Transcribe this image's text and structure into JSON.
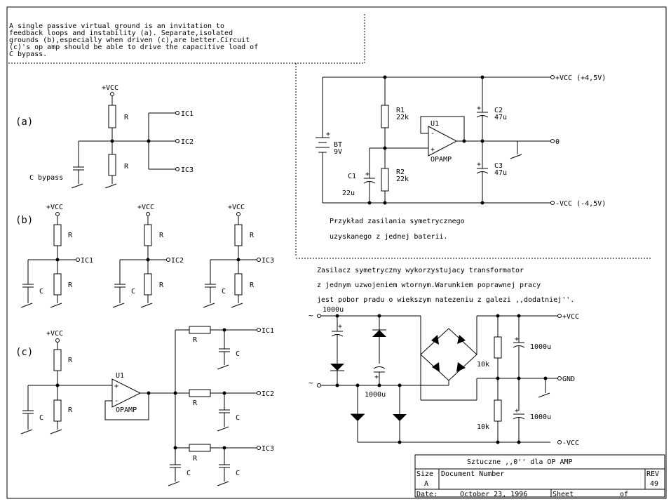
{
  "note": {
    "lines": [
      "A single passive virtual ground is an invitation to",
      "feedback loops and instability (a). Separate,isolated",
      "grounds (b),especially when driven (c),are better.Circuit",
      "(c)'s op amp should be able to drive the capacitive load of",
      "C bypass."
    ]
  },
  "section_a": {
    "label": "(a)",
    "vcc": "+VCC",
    "r_top": "R",
    "r_bot": "R",
    "cbypass": "C bypass",
    "ic1": "IC1",
    "ic2": "IC2",
    "ic3": "IC3"
  },
  "section_b": {
    "label": "(b)",
    "vcc": "+VCC",
    "r": "R",
    "c": "C",
    "ic1": "IC1",
    "ic2": "IC2",
    "ic3": "IC3"
  },
  "section_c": {
    "label": "(c)",
    "vcc": "+VCC",
    "r": "R",
    "c": "C",
    "u1": "U1",
    "opamp": "OPAMP",
    "ic1": "IC1",
    "ic2": "IC2",
    "ic3": "IC3"
  },
  "battery_circuit": {
    "vcc_pos": "+VCC (+4,5V)",
    "vcc_neg": "-VCC (-4,5V)",
    "zero": "0",
    "bt": "BT",
    "bt_val": "9V",
    "r1": "R1",
    "r1_val": "22k",
    "r2": "R2",
    "r2_val": "22k",
    "c1": "C1",
    "c1_val": "22u",
    "c2": "C2",
    "c2_val": "47u",
    "c3": "C3",
    "c3_val": "47u",
    "u1": "U1",
    "opamp": "OPAMP",
    "caption1": "Przykład zasilania symetrycznego",
    "caption2": "uzyskanego z jednej baterii."
  },
  "transformer_circuit": {
    "title1": "Zasilacz symetryczny wykorzystujacy transformator",
    "title2": "z jednym uzwojeniem wtornym.Warunkiem poprawnej pracy",
    "title3": "jest pobor pradu o wiekszym natezeniu z galezi ,,dodatniej''.",
    "c_top": "1000u",
    "c_mid": "1000u",
    "c_right_top": "1000u",
    "c_right_bot": "1000u",
    "r_top": "10k",
    "r_bot": "10k",
    "vcc_pos": "+VCC",
    "gnd": "GND",
    "vcc_neg": "-VCC",
    "ac1": "~",
    "ac2": "~"
  },
  "title_block": {
    "title": "Sztuczne ,,0'' dla OP AMP",
    "size_label": "Size",
    "size_value": "A",
    "docnum_label": "Document Number",
    "rev_label": "REV",
    "rev_value": "49",
    "date_label": "Date:",
    "date_value": "October 23, 1996",
    "sheet_label": "Sheet",
    "of_label": "of"
  }
}
